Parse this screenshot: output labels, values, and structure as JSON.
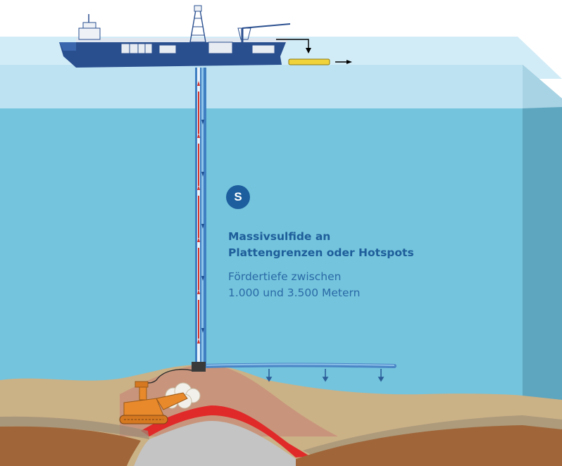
{
  "badge": {
    "label": "S"
  },
  "heading": {
    "line1": "Massivsulfide an",
    "line2": "Plattengrenzen oder Hotspots"
  },
  "description": {
    "line1": "Fördertiefe zwischen",
    "line2": "1.000 und 3.500 Metern"
  },
  "colors": {
    "ocean": "#74c4dd",
    "surface_water": "#b9e2f1",
    "sediment": "#c6aa7c",
    "rock": "#a0663a",
    "sulfide_layer": "#e02a2a",
    "crawler": "#e8892b",
    "ship": "#2a4f8f",
    "label_blue": "#1e5e9a"
  }
}
